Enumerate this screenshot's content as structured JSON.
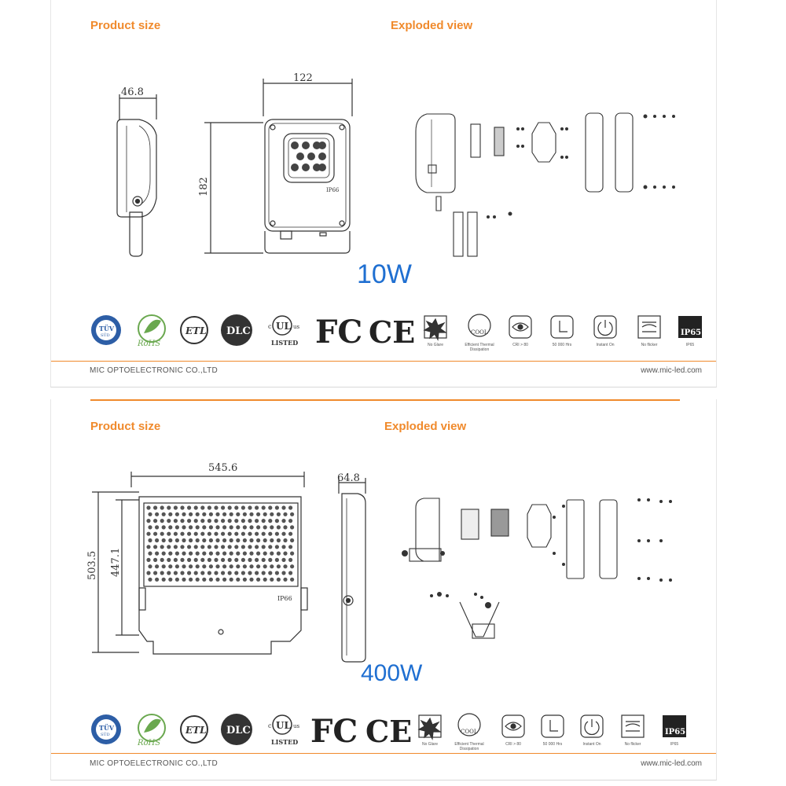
{
  "panels": [
    {
      "product_size_title": "Product size",
      "exploded_view_title": "Exploded view",
      "dimensions": {
        "side_depth": "46.8",
        "width": "122",
        "height": "182"
      },
      "ip_label": "IP66",
      "wattage": "10W",
      "footer": {
        "company": "MIC OPTOELECTRONIC CO.,LTD",
        "website": "www.mic-led.com"
      }
    },
    {
      "product_size_title": "Product size",
      "exploded_view_title": "Exploded view",
      "dimensions": {
        "width": "545.6",
        "side_depth": "64.8",
        "outer_height": "503.5",
        "inner_height": "447.1"
      },
      "ip_label": "IP66",
      "wattage": "400W",
      "footer": {
        "company": "MIC OPTOELECTRONIC CO.,LTD",
        "website": "www.mic-led.com"
      }
    }
  ],
  "certifications": {
    "tuv": "TÜV",
    "tuv_sub": "SÜD",
    "rohs": "RoHS",
    "etl": "ETL",
    "dlc": "DLC",
    "ul": "UL",
    "ul_c": "c",
    "ul_us": "us",
    "ul_listed": "LISTED",
    "fc": "FC",
    "ce": "CE"
  },
  "features": [
    {
      "icon": "no-glare-icon",
      "caption": "No Glare"
    },
    {
      "icon": "cool-icon",
      "badge": "COOL",
      "caption": "Efficient Thermal Dissipation"
    },
    {
      "icon": "eye-icon",
      "caption": "CRI > 80"
    },
    {
      "icon": "clock-icon",
      "caption": "50 000 Hrs"
    },
    {
      "icon": "power-icon",
      "caption": "Instant On"
    },
    {
      "icon": "no-flicker-icon",
      "caption": "No flicker"
    },
    {
      "icon": "ip65-icon",
      "badge": "IP65",
      "caption": "IP65"
    }
  ],
  "colors": {
    "accent": "#f08a2c",
    "wattage": "#1f6fd1",
    "line": "#333333"
  }
}
